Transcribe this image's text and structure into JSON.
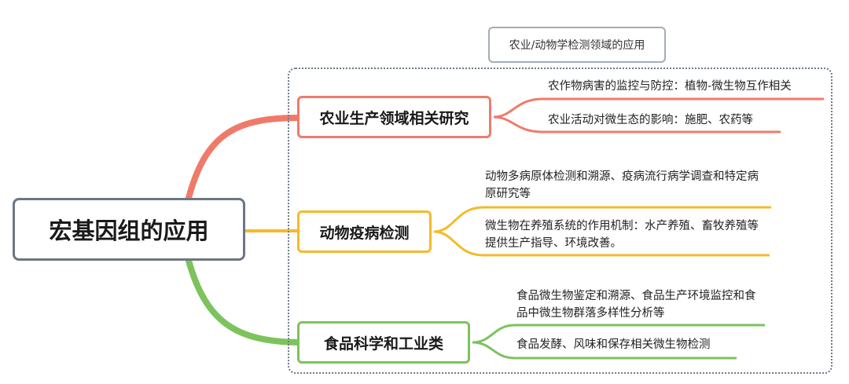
{
  "root": {
    "label": "宏基因组的应用"
  },
  "callout": {
    "label": "农业/动物学检测领域的应用"
  },
  "branches": [
    {
      "label": "农业生产领域相关研究",
      "color": "#f07a6a",
      "children": [
        "农作物病害的监控与防控：植物-微生物互作相关",
        "农业活动对微生态的影响：施肥、农药等"
      ]
    },
    {
      "label": "动物疫病检测",
      "color": "#f3bb2b",
      "children": [
        "动物多病原体检测和溯源、疫病流行病学调查和特定病原研究等",
        "微生物在养殖系统的作用机制：水产养殖、畜牧养殖等提供生产指导、环境改善。"
      ]
    },
    {
      "label": "食品科学和工业类",
      "color": "#7cc35c",
      "children": [
        "食品微生物鉴定和溯源、食品生产环境监控和食品中微生物群落多样性分析等",
        "食品发酵、风味和保存相关微生物检测"
      ]
    }
  ]
}
